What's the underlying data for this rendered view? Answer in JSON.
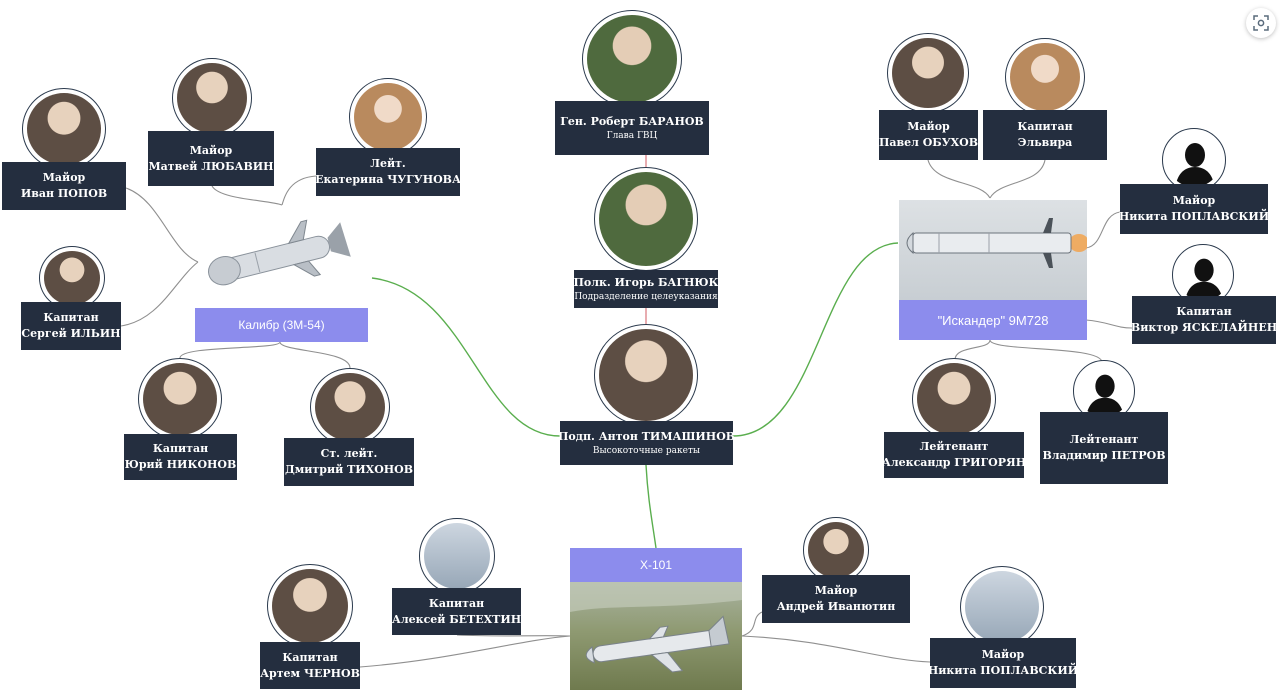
{
  "center": {
    "rank_name": "Подп. Антон ТИМАШИНОВ",
    "subtitle": "Высокоточные ракеты"
  },
  "top_chain": [
    {
      "rank_name": "Ген. Роберт БАРАНОВ",
      "subtitle": "Глава ГВЦ"
    },
    {
      "rank_name": "Полк. Игорь  БАГНЮК",
      "subtitle": "Подразделение целеуказания"
    }
  ],
  "kalibr": {
    "label": "Калибр (3М-54)",
    "people": [
      {
        "rank": "Майор",
        "name": "Иван ПОПОВ"
      },
      {
        "rank": "Майор",
        "name": "Матвей ЛЮБАВИН"
      },
      {
        "rank": "Лейт.",
        "name": "Екатерина ЧУГУНОВА"
      },
      {
        "rank": "Капитан",
        "name": "Сергей ИЛЬИН"
      },
      {
        "rank": "Капитан",
        "name": "Юрий НИКОНОВ"
      },
      {
        "rank": "Ст. лейт.",
        "name": "Дмитрий ТИХОНОВ"
      }
    ]
  },
  "iskander": {
    "label": "\"Искандер\" 9М728",
    "people": [
      {
        "rank": "Майор",
        "name": "Павел ОБУХОВ"
      },
      {
        "rank": "Капитан",
        "name": "Эльвира"
      },
      {
        "rank": "Майор",
        "name": "Никита ПОПЛАВСКИЙ"
      },
      {
        "rank": "Капитан",
        "name": "Виктор ЯСКЕЛАЙНЕН"
      },
      {
        "rank": "Лейтенант",
        "name": "Александр ГРИГОРЯН"
      },
      {
        "rank": "Лейтенант",
        "name": "Владимир ПЕТРОВ"
      }
    ]
  },
  "kh101": {
    "label": "Х-101",
    "people": [
      {
        "rank": "Капитан",
        "name": "Алексей БЕТЕХТИН"
      },
      {
        "rank": "Капитан",
        "name": "Артем ЧЕРНОВ"
      },
      {
        "rank": "Майор",
        "name": "Андрей Иванютин"
      },
      {
        "rank": "Майор",
        "name": "Никита ПОПЛАВСКИЙ"
      }
    ]
  },
  "icons": {
    "corner": "focus-scan-icon",
    "silhouette": "person-silhouette-icon",
    "missile": "missile-icon"
  },
  "colors": {
    "card_bg": "#242e3f",
    "label_bg": "#8c8ced",
    "link_green": "#5aae4e",
    "link_gray": "#8f8f8f",
    "link_red": "#d9747a"
  }
}
